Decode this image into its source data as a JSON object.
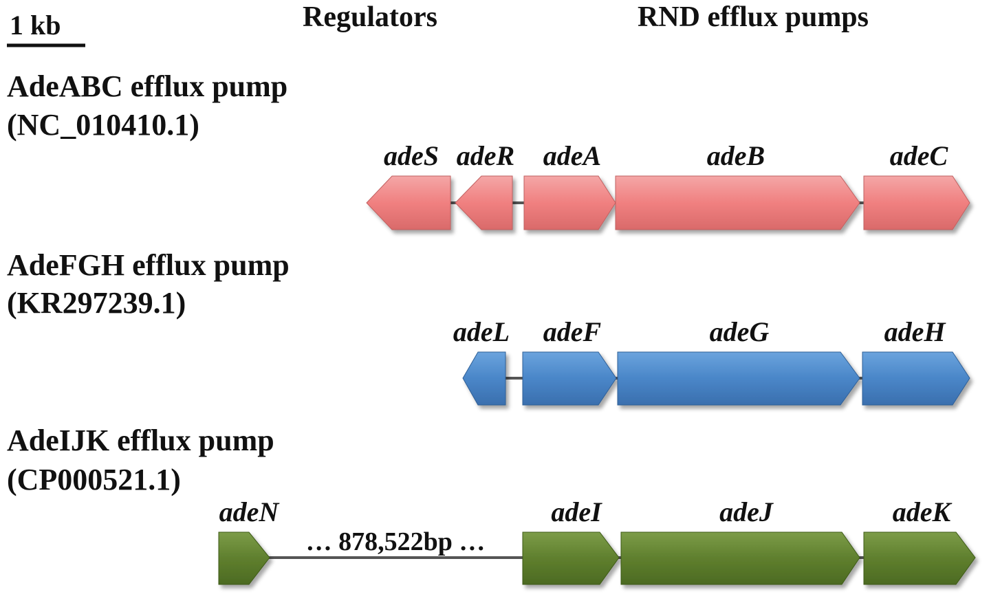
{
  "scale_bar": {
    "label": "1 kb"
  },
  "sections": {
    "regulators": "Regulators",
    "rnd": "RND efflux pumps"
  },
  "operons": [
    {
      "title": "AdeABC efflux pump",
      "accession": "(NC_010410.1)",
      "color": "#f08080",
      "genes": [
        {
          "name": "adeS",
          "strand": "-"
        },
        {
          "name": "adeR",
          "strand": "-"
        },
        {
          "name": "adeA",
          "strand": "+"
        },
        {
          "name": "adeB",
          "strand": "+"
        },
        {
          "name": "adeC",
          "strand": "+"
        }
      ]
    },
    {
      "title": "AdeFGH efflux pump",
      "accession": "(KR297239.1)",
      "color": "#4a86c8",
      "genes": [
        {
          "name": "adeL",
          "strand": "-"
        },
        {
          "name": "adeF",
          "strand": "+"
        },
        {
          "name": "adeG",
          "strand": "+"
        },
        {
          "name": "adeH",
          "strand": "+"
        }
      ]
    },
    {
      "title": "AdeIJK efflux pump",
      "accession": "(CP000521.1)",
      "color": "#5f7f2e",
      "gap_label": "… 878,522bp …",
      "genes": [
        {
          "name": "adeN",
          "strand": "+"
        },
        {
          "name": "adeI",
          "strand": "+"
        },
        {
          "name": "adeJ",
          "strand": "+"
        },
        {
          "name": "adeK",
          "strand": "+"
        }
      ]
    }
  ]
}
